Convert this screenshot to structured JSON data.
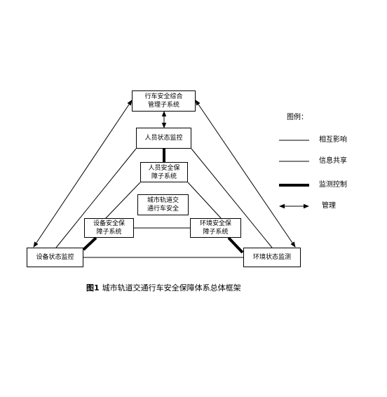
{
  "nodes": {
    "top": {
      "line1": "行车安全综合",
      "line2": "管理子系统"
    },
    "personnel_monitor": {
      "line1": "人员状态监控"
    },
    "personnel_guarantee": {
      "line1": "人员安全保",
      "line2": "障子系统"
    },
    "center": {
      "line1": "城市轨道交",
      "line2": "通行车安全"
    },
    "equipment_guarantee": {
      "line1": "设备安全保",
      "line2": "障子系统"
    },
    "environment_guarantee": {
      "line1": "环境安全保",
      "line2": "障子系统"
    },
    "equipment_monitor": {
      "line1": "设备状态监控"
    },
    "environment_monitor": {
      "line1": "环境状态监测"
    }
  },
  "legend": {
    "title": "图例：",
    "items": [
      {
        "label": "相互影响",
        "style": "thin"
      },
      {
        "label": "信息共享",
        "style": "thin"
      },
      {
        "label": "监测控制",
        "style": "thick"
      },
      {
        "label": "管理",
        "style": "double-arrow"
      }
    ]
  },
  "caption": {
    "number": "图1",
    "text": "城市轨道交通行车安全保障体系总体框架"
  }
}
